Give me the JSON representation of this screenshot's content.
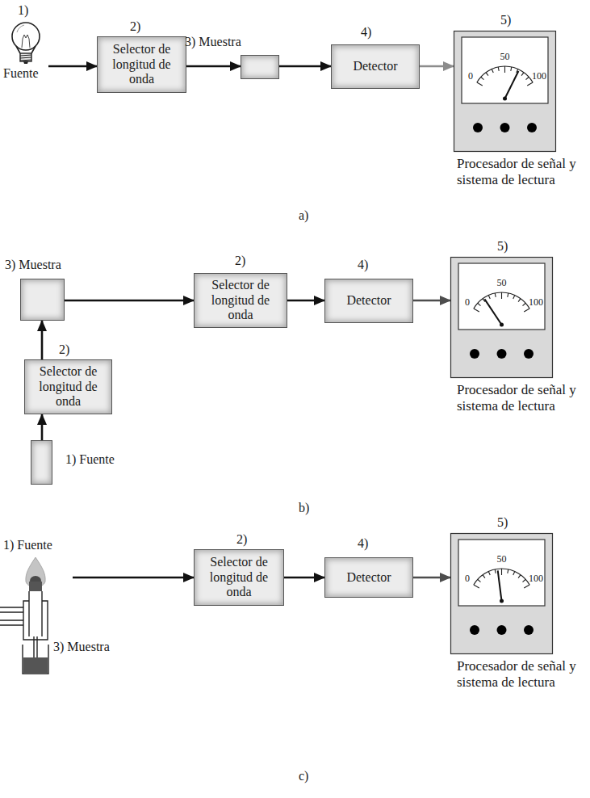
{
  "diagram": {
    "nodes": [
      {
        "text": [
          "1)",
          "Fuente"
        ]
      },
      {
        "text": [
          "2)",
          "Selector de longitud de onda"
        ]
      },
      {
        "text": [
          "3) Muestra"
        ]
      },
      {
        "text": [
          "4)",
          "Detector"
        ]
      },
      {
        "text": [
          "5)",
          "0",
          "50",
          "100",
          "Procesador de señal y sistema de lectura"
        ]
      },
      {
        "text": [
          "3) Muestra"
        ]
      },
      {
        "text": [
          "2)",
          "Selector de longitud de onda"
        ]
      },
      {
        "text": [
          "4)",
          "Detector"
        ]
      },
      {
        "text": [
          "5)",
          "0",
          "50",
          "100",
          "Procesador de señal y sistema de lectura"
        ]
      },
      {
        "text": [
          "2)",
          "Selector de longitud de onda"
        ]
      },
      {
        "text": [
          "1) Fuente"
        ]
      },
      {
        "text": [
          "1) Fuente",
          "3) Muestra"
        ]
      },
      {
        "text": [
          "2)",
          "Selector de longitud de onda"
        ]
      },
      {
        "text": [
          "4)",
          "Detector"
        ]
      },
      {
        "text": [
          "5)",
          "0",
          "50",
          "100",
          "Procesador de señal y sistema de lectura"
        ]
      }
    ],
    "edges": [
      {
        "from": 0,
        "to": 1,
        "arrow": "to"
      },
      {
        "from": 1,
        "to": 2,
        "arrow": "to"
      },
      {
        "from": 2,
        "to": 3,
        "arrow": "to"
      },
      {
        "from": 3,
        "to": 4,
        "arrow": "to"
      },
      {
        "from": 10,
        "to": 9,
        "arrow": "to"
      },
      {
        "from": 9,
        "to": 5,
        "arrow": "to"
      },
      {
        "from": 5,
        "to": 6,
        "arrow": "to"
      },
      {
        "from": 6,
        "to": 7,
        "arrow": "to"
      },
      {
        "from": 7,
        "to": 8,
        "arrow": "to"
      },
      {
        "from": 11,
        "to": 12,
        "arrow": "to"
      },
      {
        "from": 12,
        "to": 13,
        "arrow": "to"
      },
      {
        "from": 13,
        "to": 14,
        "arrow": "to"
      }
    ],
    "labels": [
      "a)",
      "b)",
      "c)"
    ]
  }
}
